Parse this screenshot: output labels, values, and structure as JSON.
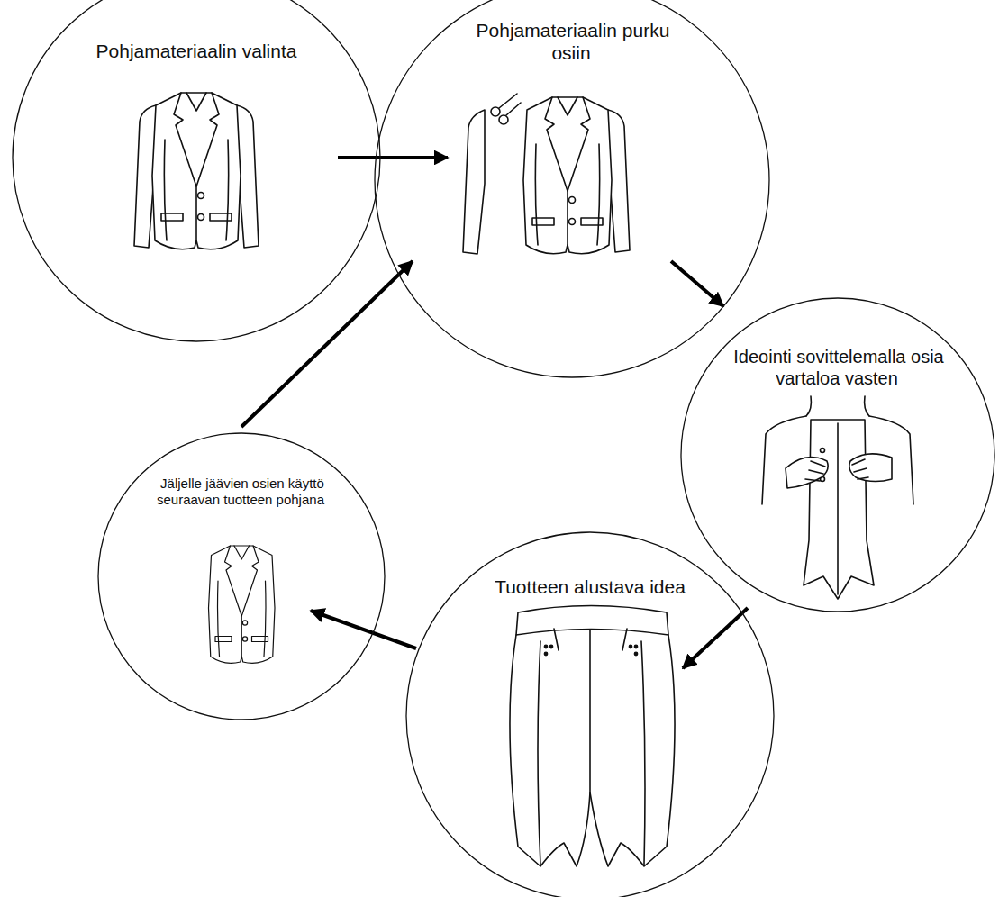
{
  "diagram": {
    "nodes": [
      {
        "text": [
          "Pohjamateriaalin valinta"
        ]
      },
      {
        "text": [
          "Pohjamateriaalin purku osiin"
        ]
      },
      {
        "text": [
          "Ideointi sovittelemalla osia vartaloa vasten"
        ]
      },
      {
        "text": [
          "Tuotteen alustava idea"
        ]
      },
      {
        "text": [
          "Jäljelle jäävien osien käyttö seuraavan tuotteen pohjana"
        ]
      }
    ],
    "edges": [
      {
        "from": 0,
        "to": 1,
        "arrow": "to"
      },
      {
        "from": 1,
        "to": 2,
        "arrow": "to"
      },
      {
        "from": 2,
        "to": 3,
        "arrow": "to"
      },
      {
        "from": 3,
        "to": 4,
        "arrow": "to"
      },
      {
        "from": 4,
        "to": 1,
        "arrow": "to"
      }
    ]
  }
}
